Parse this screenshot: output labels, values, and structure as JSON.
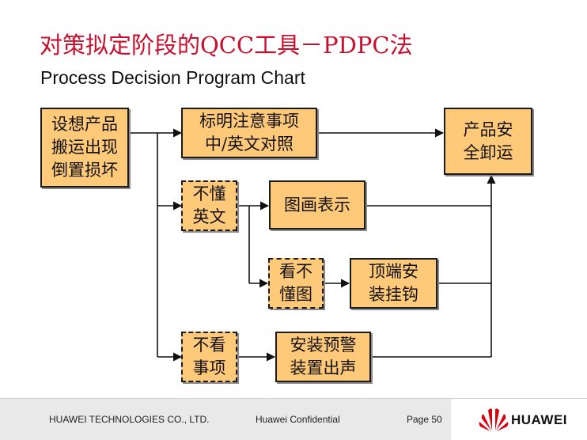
{
  "slide": {
    "title": "对策拟定阶段的QCC工具－PDPC法",
    "subtitle": "Process Decision Program Chart"
  },
  "diagram": {
    "start": "设想产品\n搬运出现\n倒置损坏",
    "step_bilingual": "标明注意事项\n中/英文对照",
    "goal": "产品安\n全卸运",
    "risk_no_english": "不懂\n英文",
    "step_pictogram": "图画表示",
    "risk_no_pictogram": "看不\n懂图",
    "step_top_hook": "顶端安\n装挂钩",
    "risk_not_read": "不看\n事项",
    "step_alarm": "安装预警\n装置出声"
  },
  "footer": {
    "company": "HUAWEI TECHNOLOGIES CO., LTD.",
    "confidential": "Huawei Confidential",
    "page": "Page 50",
    "brand": "HUAWEI"
  },
  "colors": {
    "title": "#c8102e",
    "box_fill": "#ffc97a",
    "logo_red": "#d7000f"
  }
}
